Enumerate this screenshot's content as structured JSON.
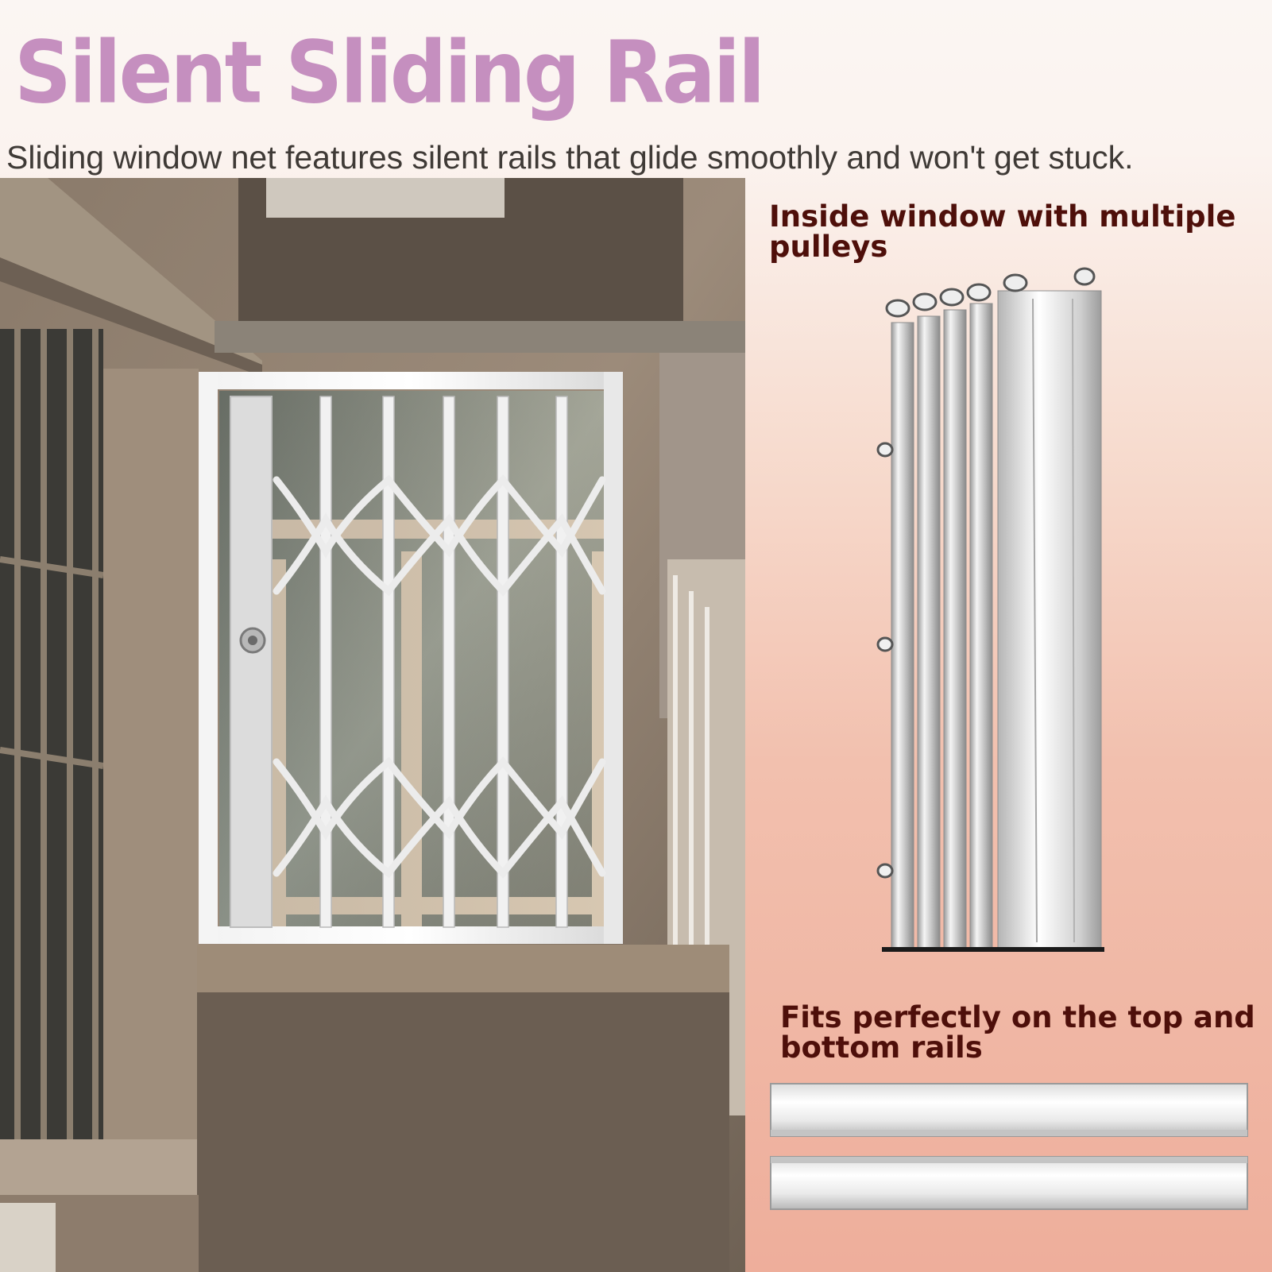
{
  "header": {
    "title": "Silent Sliding Rail",
    "subtitle": "Sliding window net features silent rails that glide smoothly and won't get stuck."
  },
  "callouts": {
    "pulleys": "Inside window with multiple pulleys",
    "rails": "Fits perfectly on the top and bottom rails"
  },
  "colors": {
    "headline": "#c58fbf",
    "subtitle": "#3f3a36",
    "callout": "#4e0f0a",
    "background_top": "#fbf6f3",
    "background_bottom": "#eeae9b"
  },
  "icons": {
    "lock": "keyhole-lock-icon"
  }
}
